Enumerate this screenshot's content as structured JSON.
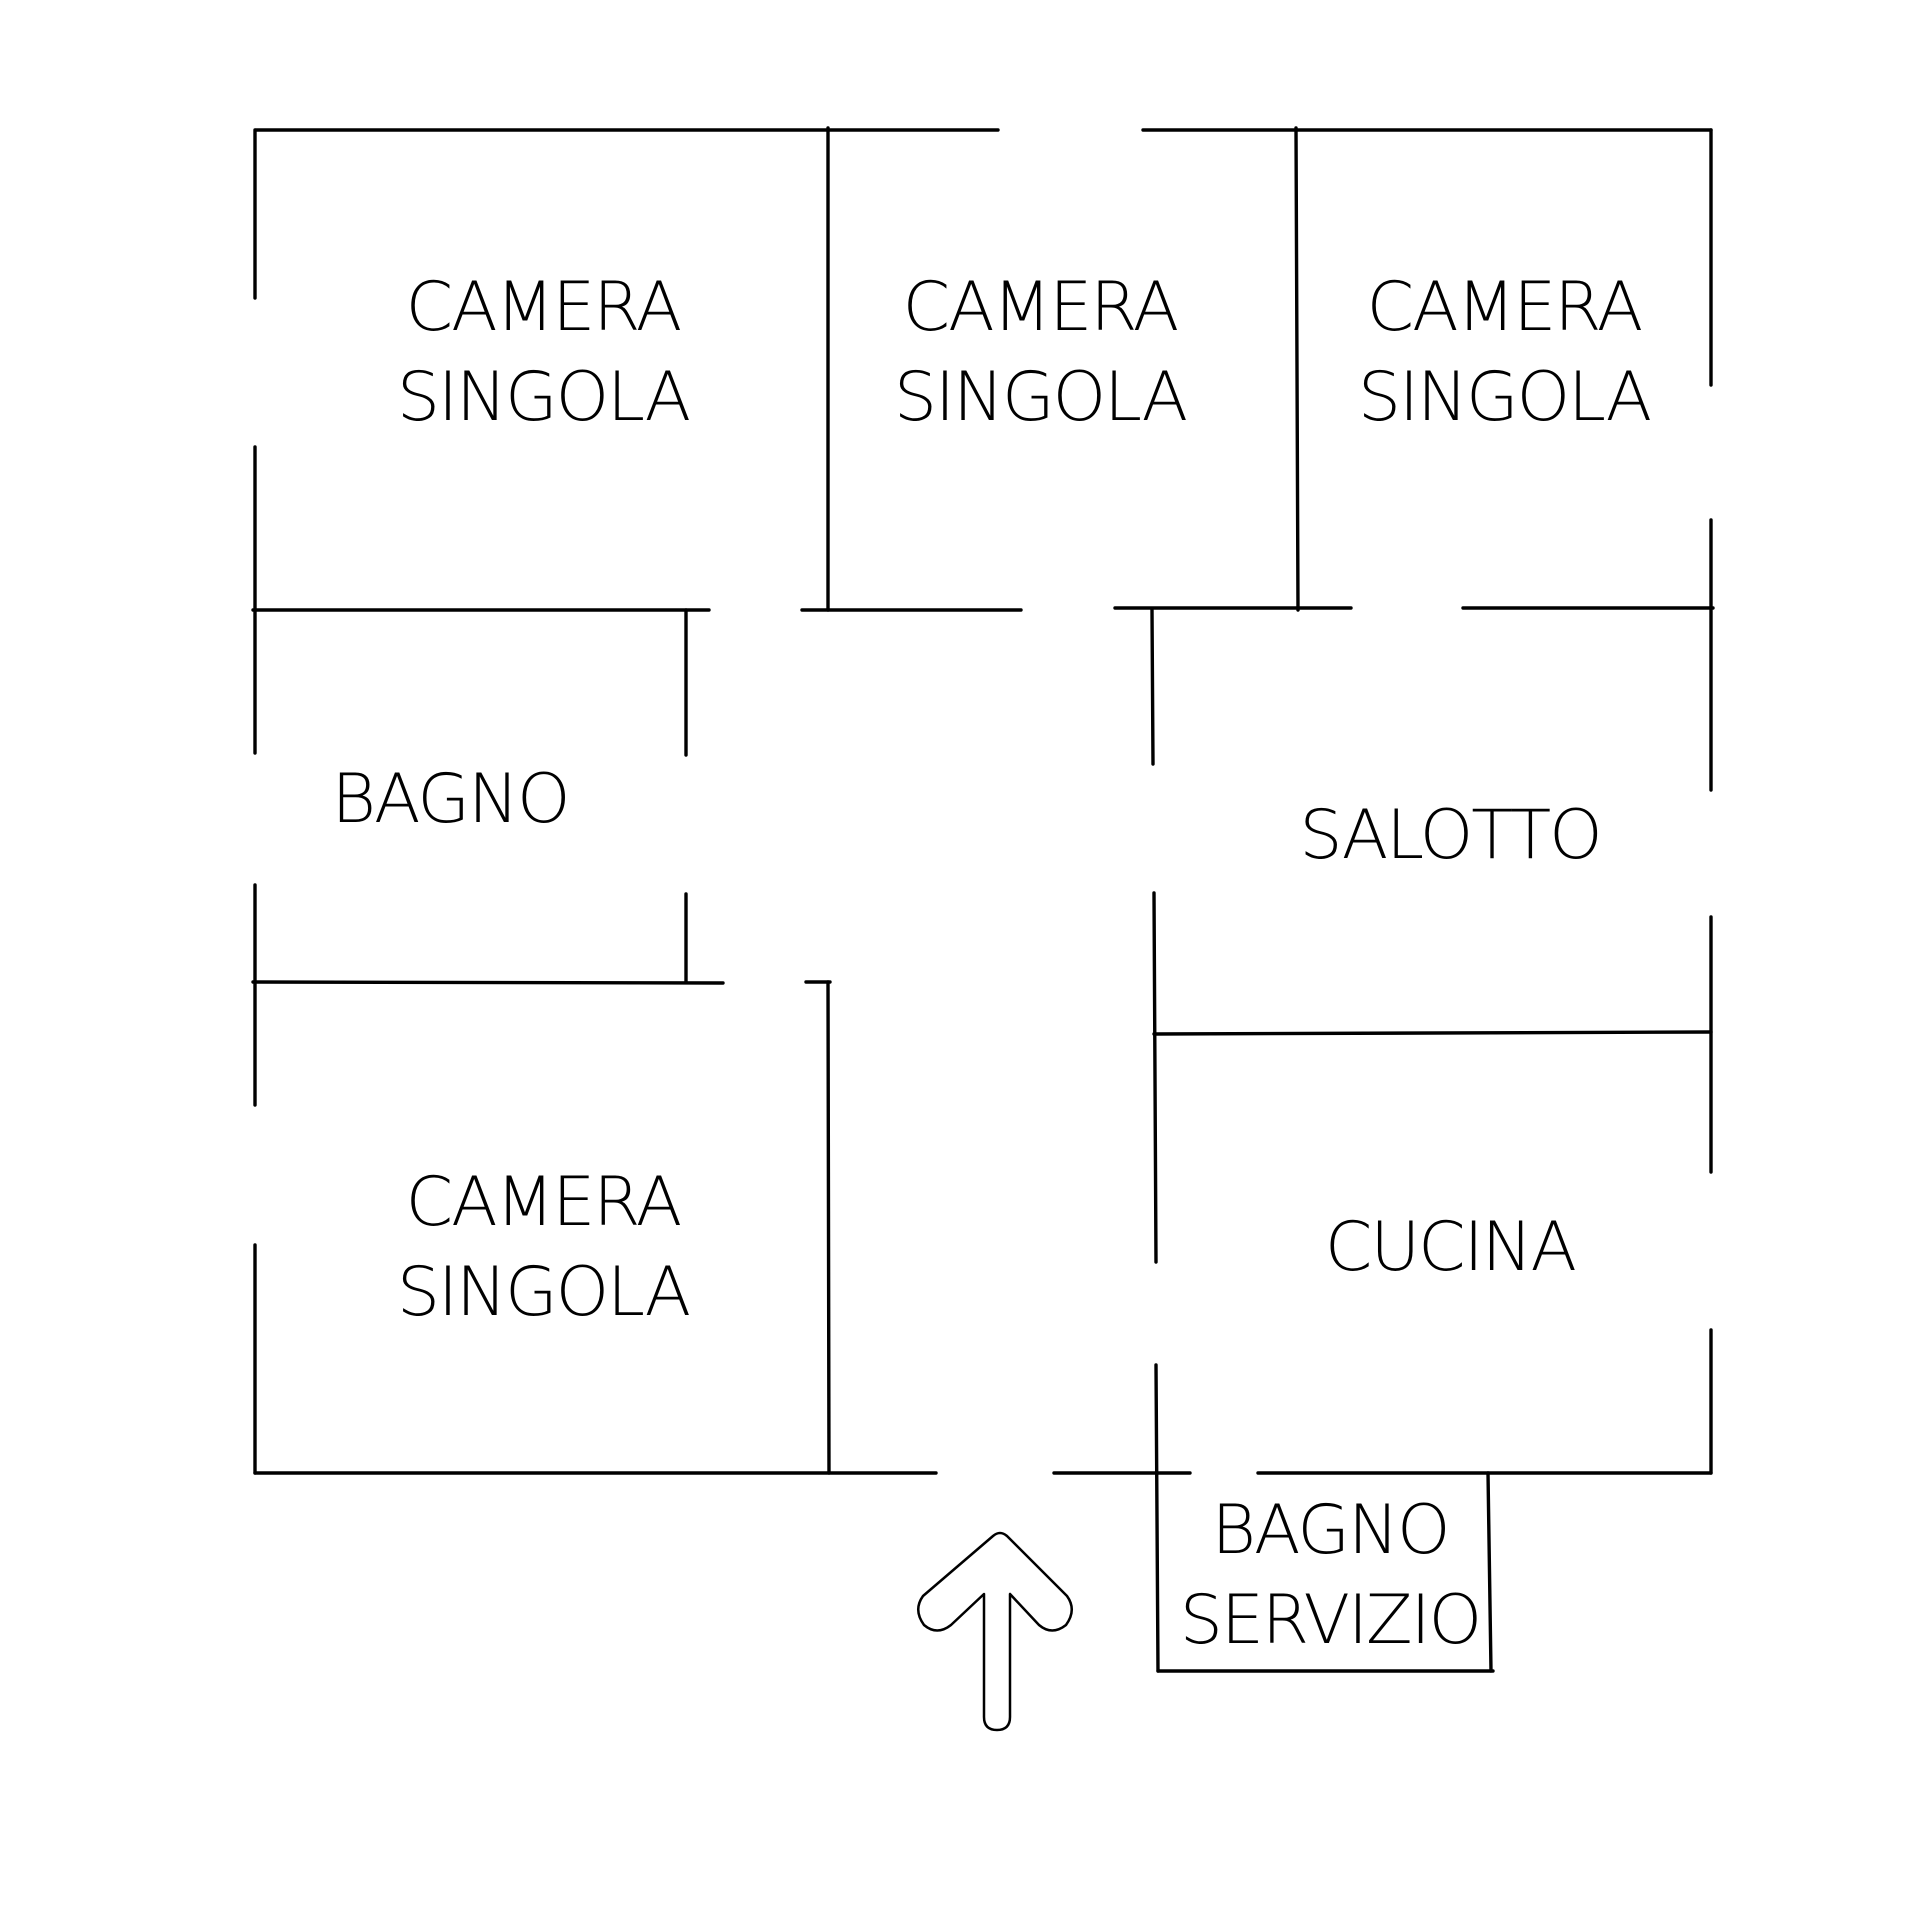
{
  "colors": {
    "background": "#ffffff",
    "ink": "#000000"
  },
  "rooms": {
    "camera_top_left": {
      "line1": "CAMERA",
      "line2": "SINGOLA"
    },
    "camera_top_middle": {
      "line1": "CAMERA",
      "line2": "SINGOLA"
    },
    "camera_top_right": {
      "line1": "CAMERA",
      "line2": "SINGOLA"
    },
    "bagno": {
      "line1": "BAGNO"
    },
    "salotto": {
      "line1": "SALOTTO"
    },
    "camera_bottom_left": {
      "line1": "CAMERA",
      "line2": "SINGOLA"
    },
    "cucina": {
      "line1": "CUCINA"
    },
    "bagno_servizio": {
      "line1": "BAGNO",
      "line2": "SERVIZIO"
    }
  },
  "entrance": {
    "icon": "arrow-up-icon"
  }
}
